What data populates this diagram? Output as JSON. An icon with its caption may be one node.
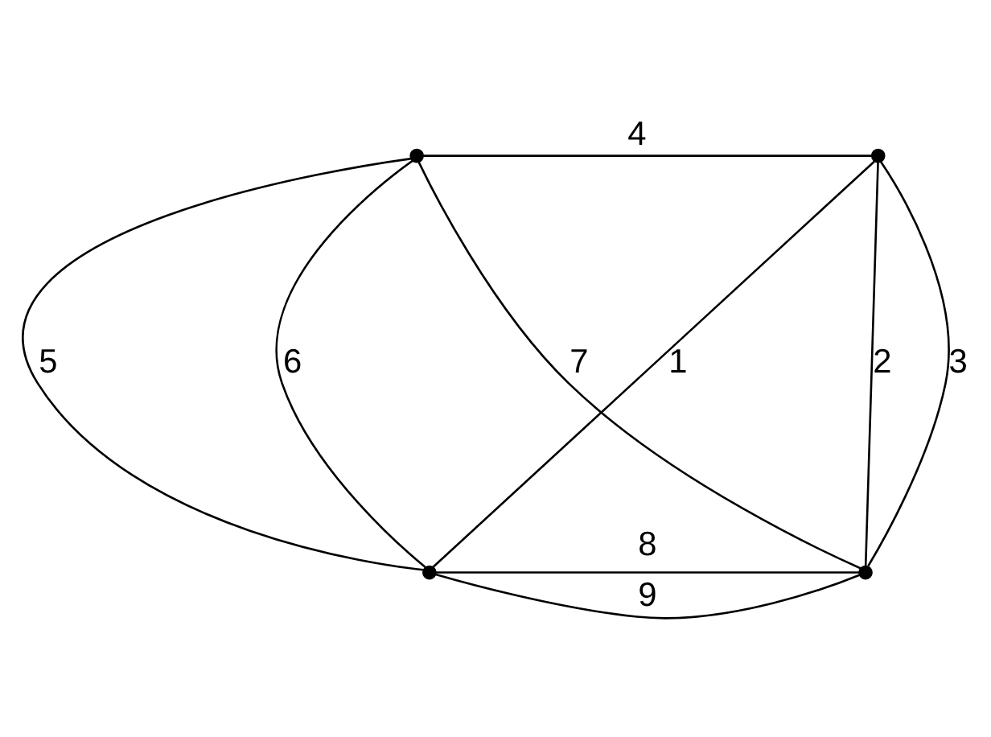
{
  "diagram": {
    "nodes": [
      {
        "text": [],
        "shape": "point"
      },
      {
        "text": [],
        "shape": "point"
      },
      {
        "text": [],
        "shape": "point"
      },
      {
        "text": [],
        "shape": "point"
      }
    ],
    "edges": [
      {
        "from": 2,
        "to": 1,
        "arrow": "none",
        "label": "1"
      },
      {
        "from": 1,
        "to": 3,
        "arrow": "none",
        "label": "2"
      },
      {
        "from": 1,
        "to": 3,
        "arrow": "none",
        "label": "3"
      },
      {
        "from": 0,
        "to": 1,
        "arrow": "none",
        "label": "4"
      },
      {
        "from": 0,
        "to": 2,
        "arrow": "none",
        "label": "5"
      },
      {
        "from": 0,
        "to": 2,
        "arrow": "none",
        "label": "6"
      },
      {
        "from": 0,
        "to": 3,
        "arrow": "none",
        "label": "7"
      },
      {
        "from": 2,
        "to": 3,
        "arrow": "none",
        "label": "8"
      },
      {
        "from": 2,
        "to": 3,
        "arrow": "none",
        "label": "9"
      }
    ]
  }
}
